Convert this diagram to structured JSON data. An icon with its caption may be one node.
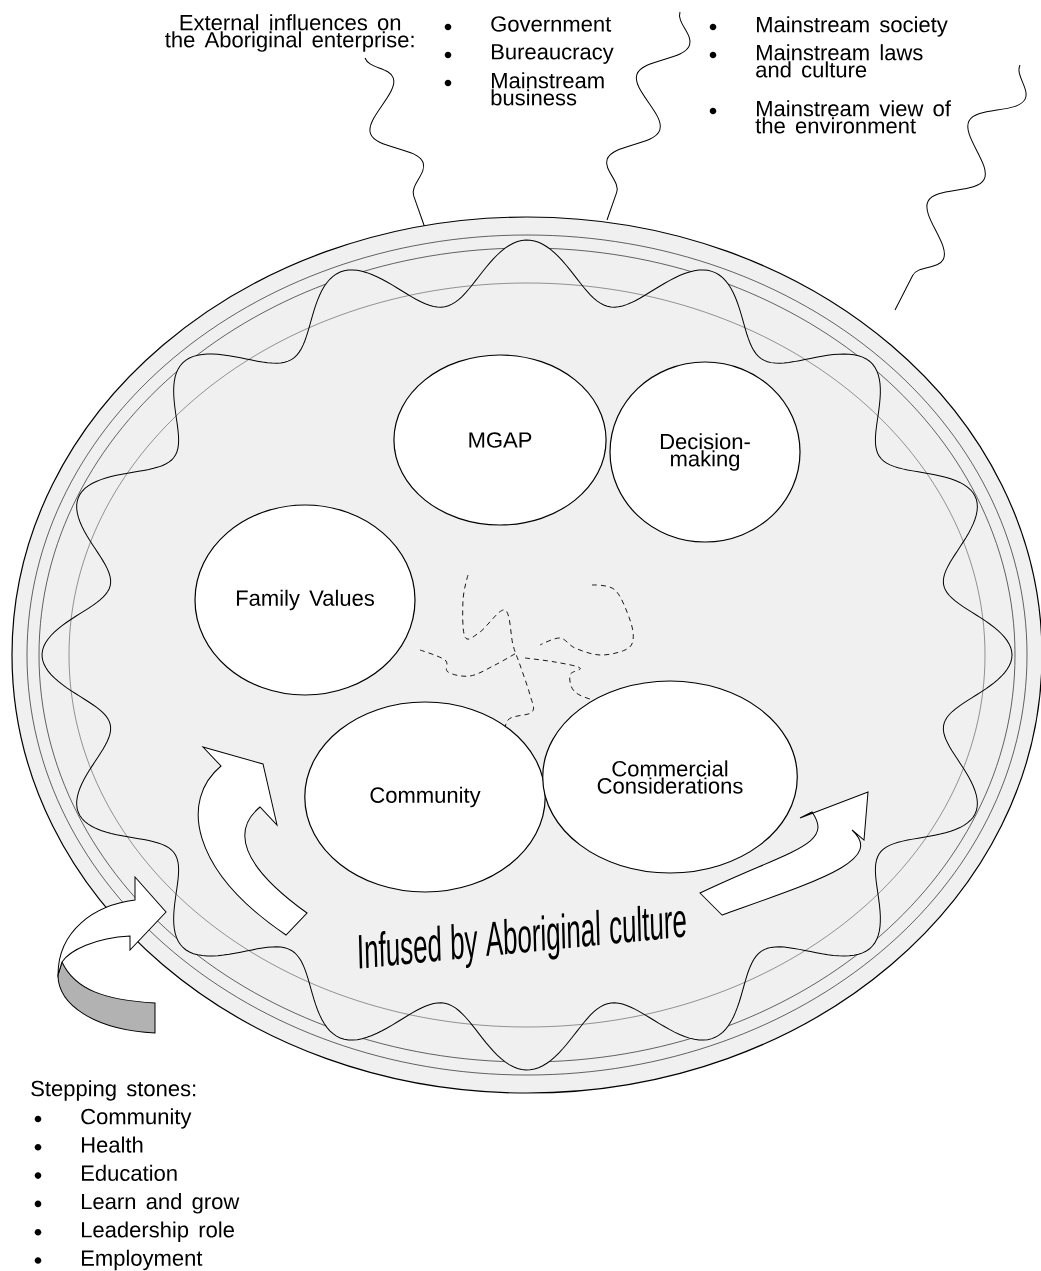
{
  "diagram": {
    "nodes": [
      {
        "text": [
          "Infused by Aboriginal culture"
        ]
      },
      {
        "text": [
          "MGAP"
        ],
        "in": 0
      },
      {
        "text": [
          "Decision-making"
        ],
        "in": 0
      },
      {
        "text": [
          "Family Values"
        ],
        "in": 0
      },
      {
        "text": [
          "Community"
        ],
        "in": 0
      },
      {
        "text": [
          "Commercial Considerations"
        ],
        "in": 0
      }
    ],
    "labels": [
      "External influences on the Aboriginal enterprise:",
      "Government",
      "Bureaucracy",
      "Mainstream business",
      "Mainstream society",
      "Mainstream laws and culture",
      "Mainstream view of the environment",
      "Stepping stones:",
      "Community",
      "Health",
      "Education",
      "Learn and grow",
      "Leadership role",
      "Employment"
    ]
  }
}
